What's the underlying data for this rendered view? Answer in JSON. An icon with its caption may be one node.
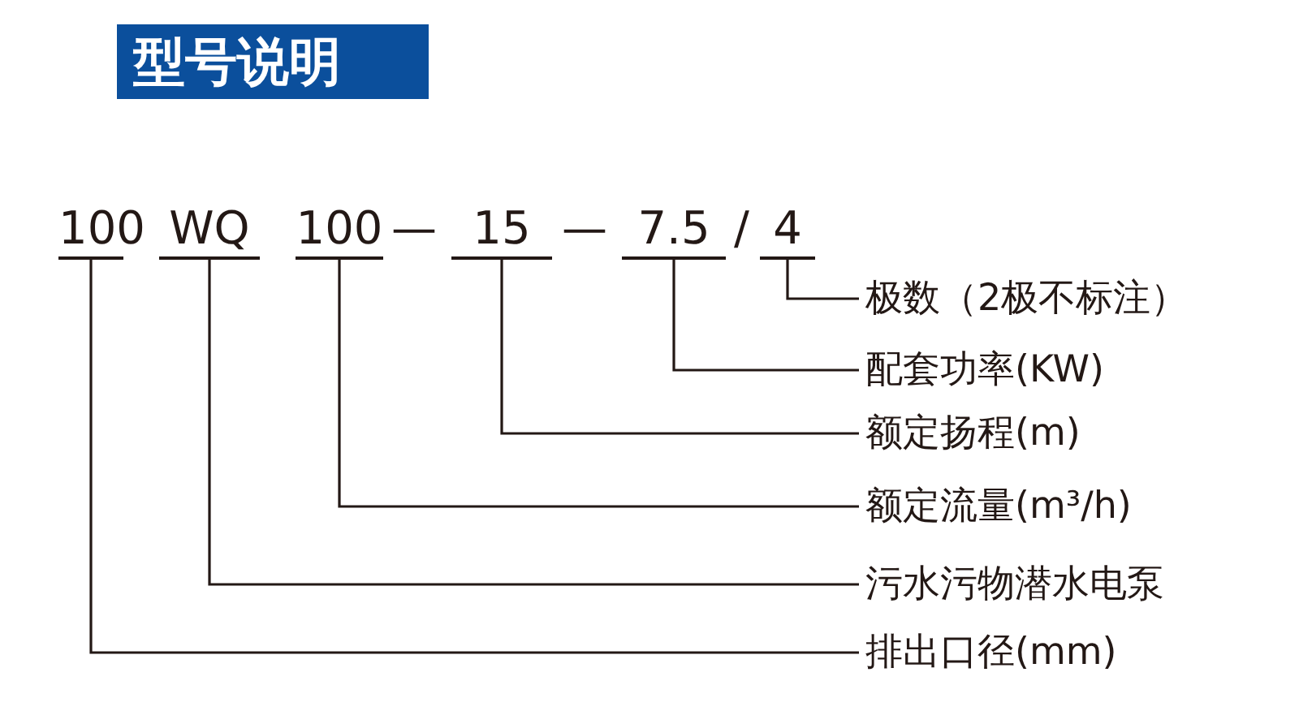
{
  "diagram": {
    "title": "型号说明",
    "nodes": [
      {
        "text": [
          "100"
        ]
      },
      {
        "text": [
          "WQ"
        ]
      },
      {
        "text": [
          "100"
        ]
      },
      {
        "text": [
          "15"
        ]
      },
      {
        "text": [
          "7.5"
        ]
      },
      {
        "text": [
          "4"
        ]
      },
      {
        "text": [
          "极数（2极不标注）"
        ]
      },
      {
        "text": [
          "配套功率(KW)"
        ]
      },
      {
        "text": [
          "额定扬程(m)"
        ]
      },
      {
        "text": [
          "额定流量(m³/h)"
        ]
      },
      {
        "text": [
          "污水污物潜水电泵"
        ]
      },
      {
        "text": [
          "排出口径(mm)"
        ]
      }
    ],
    "edges": [
      {
        "from": 5,
        "to": 6,
        "arrow": "none"
      },
      {
        "from": 4,
        "to": 7,
        "arrow": "none"
      },
      {
        "from": 3,
        "to": 8,
        "arrow": "none"
      },
      {
        "from": 2,
        "to": 9,
        "arrow": "none"
      },
      {
        "from": 1,
        "to": 10,
        "arrow": "none"
      },
      {
        "from": 0,
        "to": 11,
        "arrow": "none"
      }
    ],
    "labels": [
      "—",
      "—",
      "/"
    ]
  }
}
